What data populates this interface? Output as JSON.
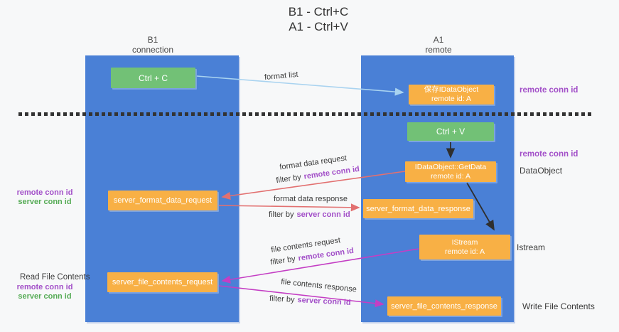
{
  "title": {
    "line1": "B1 - Ctrl+C",
    "line2": "A1 - Ctrl+V"
  },
  "columns": {
    "left": {
      "header_line1": "B1",
      "header_line2": "connection"
    },
    "right": {
      "header_line1": "A1",
      "header_line2": "remote"
    }
  },
  "boxes": {
    "ctrl_c": {
      "label": "Ctrl + C"
    },
    "save_idataobject": {
      "line1": "保存IDataObject",
      "line2": "remote id: A"
    },
    "ctrl_v": {
      "label": "Ctrl + V"
    },
    "getdata": {
      "line1": "IDataObject::GetData",
      "line2": "remote id: A"
    },
    "format_request": {
      "label": "server_format_data_request"
    },
    "format_response": {
      "label": "server_format_data_response"
    },
    "istream": {
      "line1": "IStream",
      "line2": "remote id: A"
    },
    "file_request": {
      "label": "server_file_contents_request"
    },
    "file_response": {
      "label": "server_file_contents_response"
    }
  },
  "labels": {
    "format_list": "format list",
    "format_data_request": "format data request",
    "format_data_response": "format data response",
    "file_contents_request": "file contents request",
    "file_contents_response": "file contents response",
    "filter_by": "filter by",
    "remote_conn_id": "remote conn id",
    "server_conn_id": "server conn id",
    "dataobject": "DataObject",
    "istream": "Istream",
    "read_file_contents": "Read File Contents",
    "write_file_contents": "Write File Contents"
  },
  "colors": {
    "column_blue": "#4a80d6",
    "box_green": "#72c176",
    "box_orange": "#f8b045",
    "purple_text": "#a24fc8",
    "green_text": "#55ab55",
    "salmon_arrow": "#e27070",
    "magenta_arrow": "#c43ec4",
    "lightblue_arrow": "#a9d3f0",
    "black_arrow": "#2f2f2f"
  }
}
